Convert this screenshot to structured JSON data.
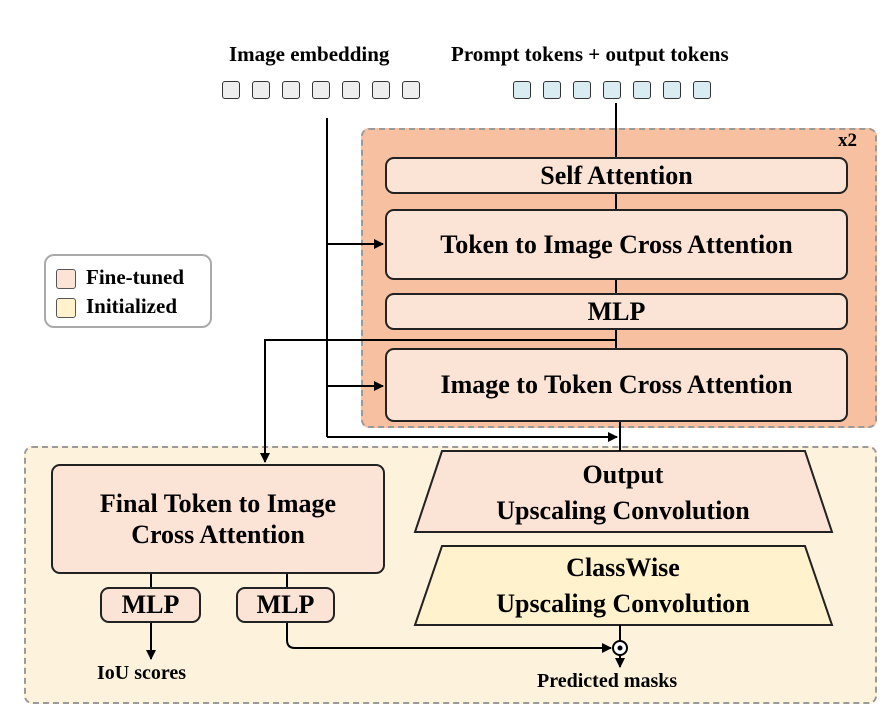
{
  "inputs": {
    "image_embedding_label": "Image embedding",
    "prompt_tokens_label": "Prompt tokens + output tokens",
    "image_token_count": 7,
    "prompt_token_count": 7
  },
  "decoder_block": {
    "repeat_label": "x2",
    "self_attention": "Self Attention",
    "token_to_image": "Token to Image Cross Attention",
    "mlp": "MLP",
    "image_to_token": "Image to Token Cross Attention"
  },
  "legend": {
    "fine_tuned": "Fine-tuned",
    "initialized": "Initialized"
  },
  "head": {
    "final_attention_line1": "Final Token to Image",
    "final_attention_line2": "Cross Attention",
    "mlp_left": "MLP",
    "mlp_right": "MLP",
    "output_upscaling_line1": "Output",
    "output_upscaling_line2": "Upscaling Convolution",
    "classwise_upscaling_line1": "ClassWise",
    "classwise_upscaling_line2": "Upscaling Convolution"
  },
  "outputs": {
    "iou_scores": "IoU scores",
    "predicted_masks": "Predicted masks"
  },
  "colors": {
    "fine_tuned": "#fbe3d6",
    "initialized": "#fff2cc",
    "decoder_region": "#f7c0a0",
    "head_region": "#fdf3dc",
    "image_token": "#eeeeee",
    "prompt_token": "#d9ecf2"
  }
}
